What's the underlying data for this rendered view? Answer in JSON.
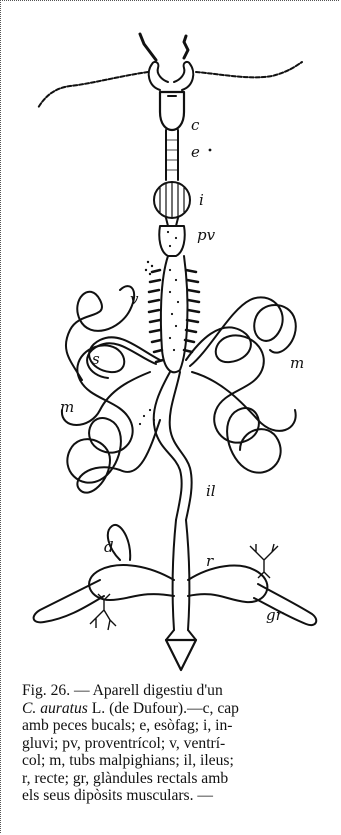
{
  "figure": {
    "labels": {
      "c": "c",
      "e": "e",
      "i": "i",
      "pv": "pv",
      "v": "v",
      "s": "s",
      "m_right": "m",
      "m_left": "m",
      "il": "il",
      "d": "d",
      "r": "r",
      "gr": "gr"
    }
  },
  "caption": {
    "line1": "Fig. 26. — Aparell digestiu d'un",
    "line2_species": "C. auratus",
    "line2_rest": " L. (de Dufour).—c, cap",
    "line3": "amb peces bucals; e, esòfag; i, in-",
    "line4": "gluvi; pv, proventrícol; v, ventrí-",
    "line5": "col; m, tubs malpighians; il, ileus;",
    "line6": "r, recte; gr, glàndules rectals amb",
    "line7": "els seus dipòsits musculars. —"
  },
  "colors": {
    "ink": "#111111",
    "paper": "#ffffff"
  }
}
